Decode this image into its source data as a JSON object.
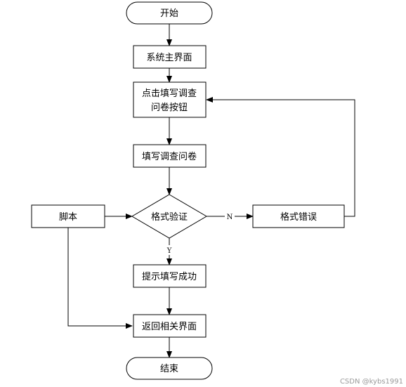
{
  "nodes": {
    "start": "开始",
    "main_ui": "系统主界面",
    "click_line1": "点击填写调查",
    "click_line2": "问卷按钮",
    "fill": "填写调查问卷",
    "validate": "格式验证",
    "error": "格式错误",
    "script": "脚本",
    "success": "提示填写成功",
    "return": "返回相关界面",
    "end": "结束"
  },
  "edge_labels": {
    "no": "N",
    "yes": "Y"
  },
  "watermark": "CSDN @kybs1991"
}
